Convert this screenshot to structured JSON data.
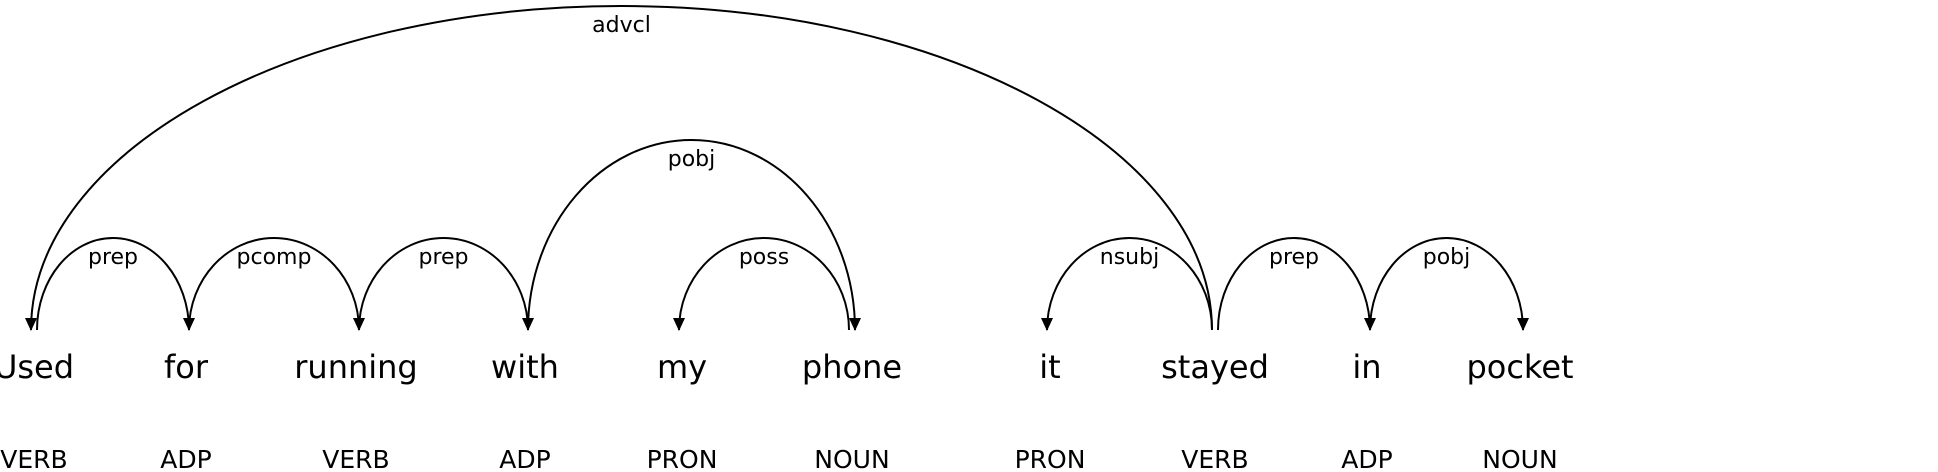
{
  "tokens": [
    {
      "text": "Used",
      "tag": "VERB"
    },
    {
      "text": "for",
      "tag": "ADP"
    },
    {
      "text": "running",
      "tag": "VERB"
    },
    {
      "text": "with",
      "tag": "ADP"
    },
    {
      "text": "my",
      "tag": "PRON"
    },
    {
      "text": "phone",
      "tag": "NOUN"
    },
    {
      "text": "it",
      "tag": "PRON"
    },
    {
      "text": "stayed",
      "tag": "VERB"
    },
    {
      "text": "in",
      "tag": "ADP"
    },
    {
      "text": "pocket",
      "tag": "NOUN"
    }
  ],
  "arcs": [
    {
      "label": "prep",
      "head": 0,
      "dep": 1,
      "level": 1
    },
    {
      "label": "pcomp",
      "head": 1,
      "dep": 2,
      "level": 1
    },
    {
      "label": "prep",
      "head": 2,
      "dep": 3,
      "level": 1
    },
    {
      "label": "pobj",
      "head": 3,
      "dep": 5,
      "level": 2
    },
    {
      "label": "poss",
      "head": 5,
      "dep": 4,
      "level": 1
    },
    {
      "label": "nsubj",
      "head": 7,
      "dep": 6,
      "level": 1
    },
    {
      "label": "prep",
      "head": 7,
      "dep": 8,
      "level": 1
    },
    {
      "label": "pobj",
      "head": 8,
      "dep": 9,
      "level": 1
    },
    {
      "label": "advcl",
      "head": 7,
      "dep": 0,
      "level": 3
    }
  ],
  "colors": {
    "ink": "#000000",
    "background": "#ffffff"
  }
}
